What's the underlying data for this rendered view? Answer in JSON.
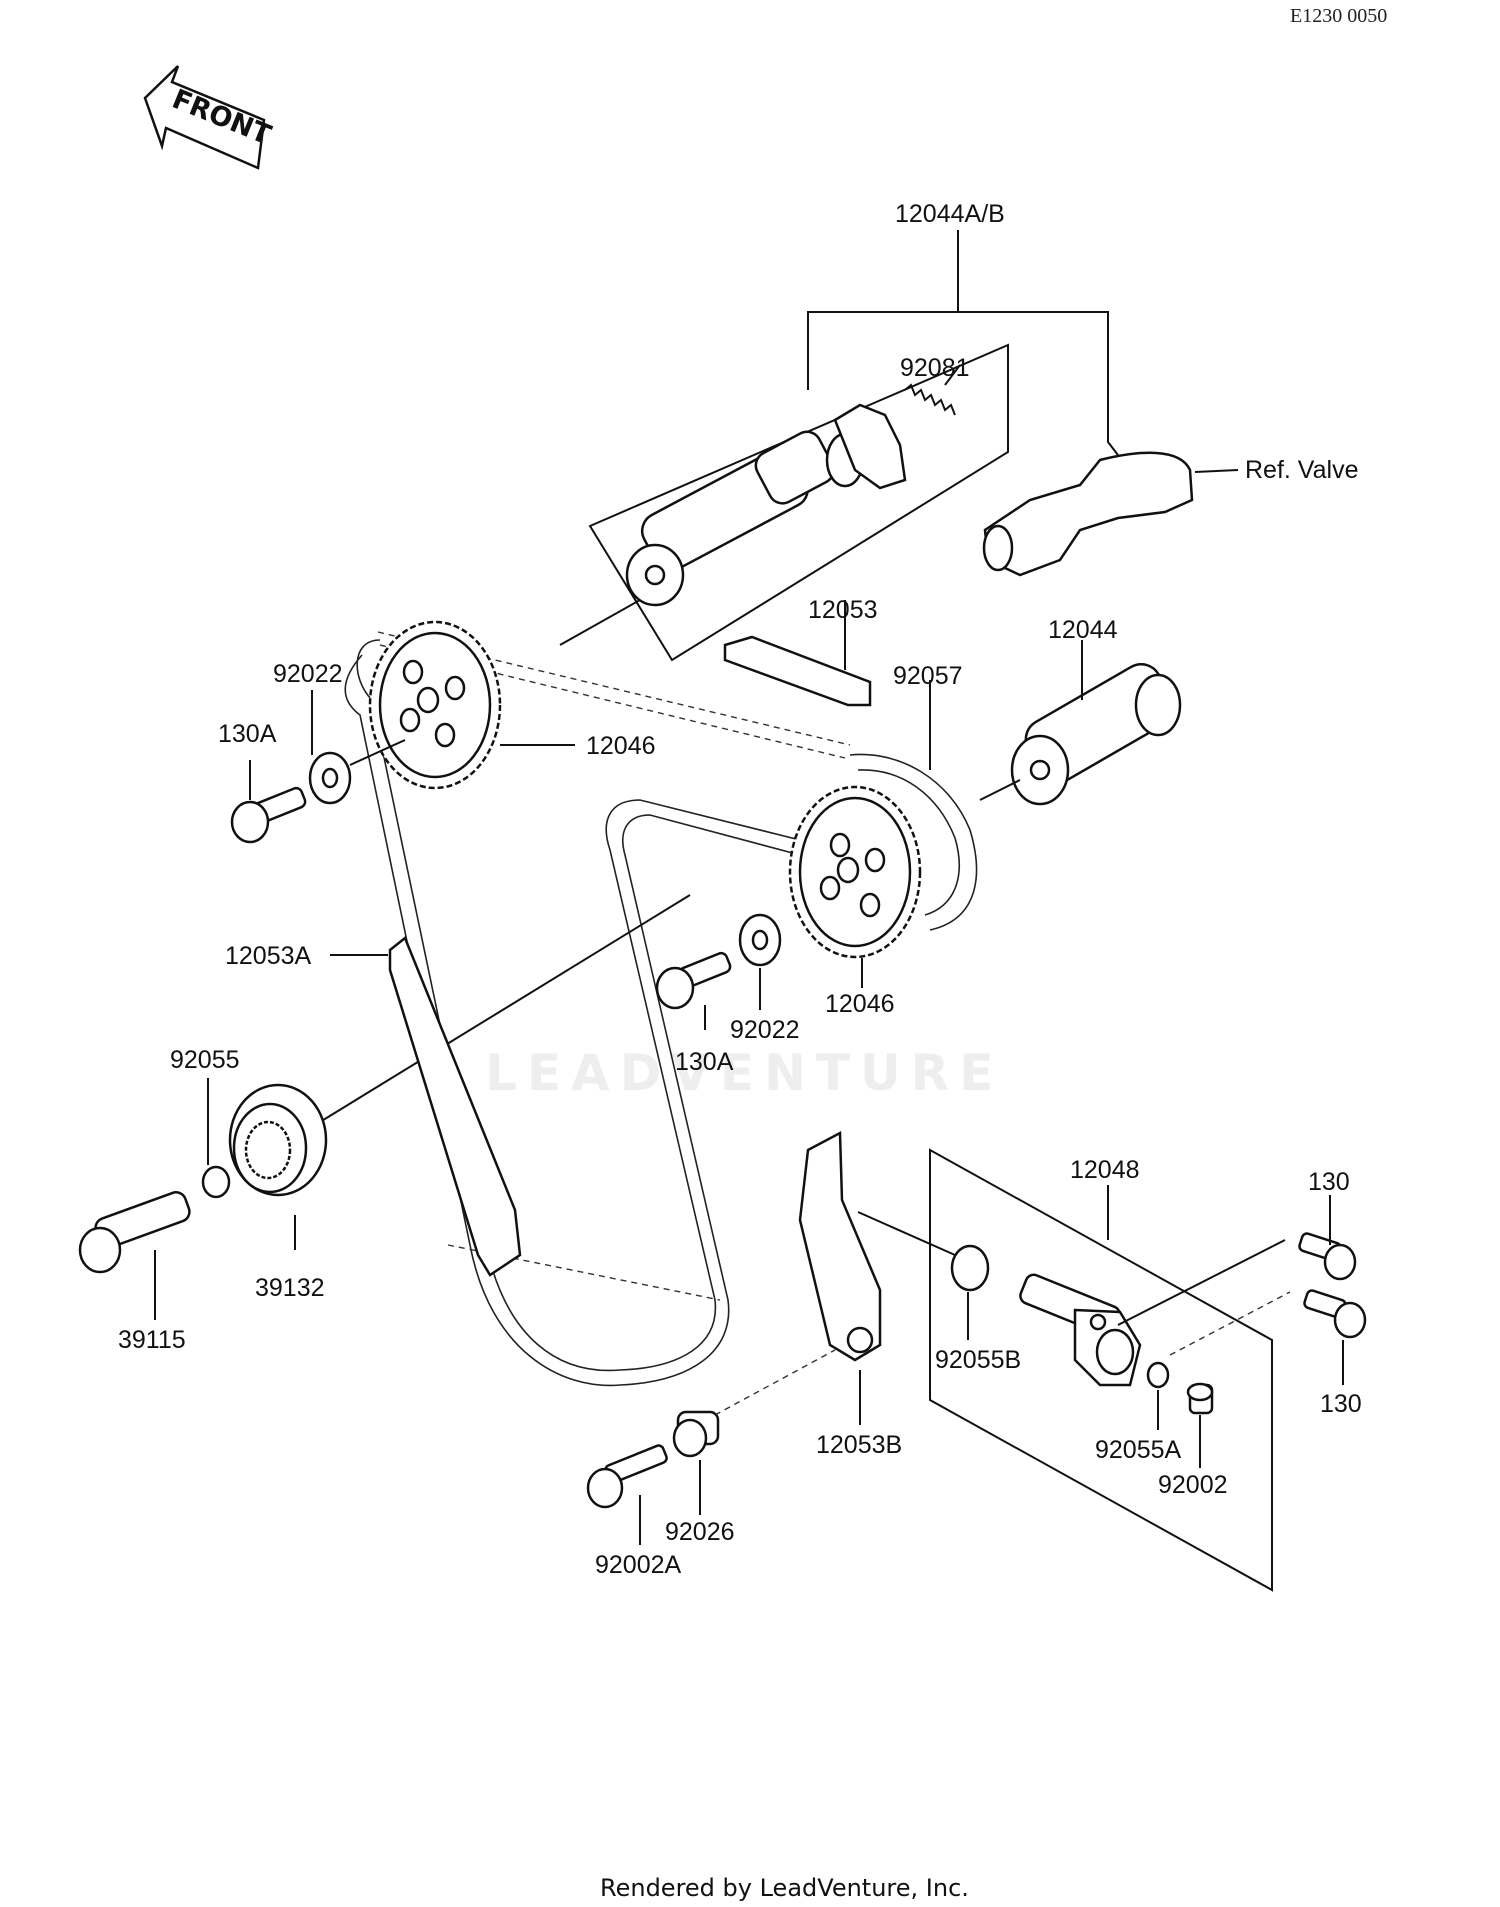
{
  "ref_code": "E1230 0050",
  "front_label": "FRONT",
  "watermark": "LEADVENTURE",
  "footer": "Rendered by LeadVenture, Inc.",
  "labels": {
    "l_12044AB": "12044A/B",
    "l_92081": "92081",
    "l_ref_valve": "Ref. Valve",
    "l_12053": "12053",
    "l_12044": "12044",
    "l_92022_top": "92022",
    "l_130A_top": "130A",
    "l_12046_top": "12046",
    "l_92057": "92057",
    "l_12053A": "12053A",
    "l_92055": "92055",
    "l_130A_mid": "130A",
    "l_92022_mid": "92022",
    "l_12046_mid": "12046",
    "l_39132": "39132",
    "l_39115": "39115",
    "l_12048": "12048",
    "l_130_top": "130",
    "l_130_bot": "130",
    "l_92055B": "92055B",
    "l_92055A": "92055A",
    "l_92002": "92002",
    "l_12053B": "12053B",
    "l_92026": "92026",
    "l_92002A": "92002A"
  }
}
